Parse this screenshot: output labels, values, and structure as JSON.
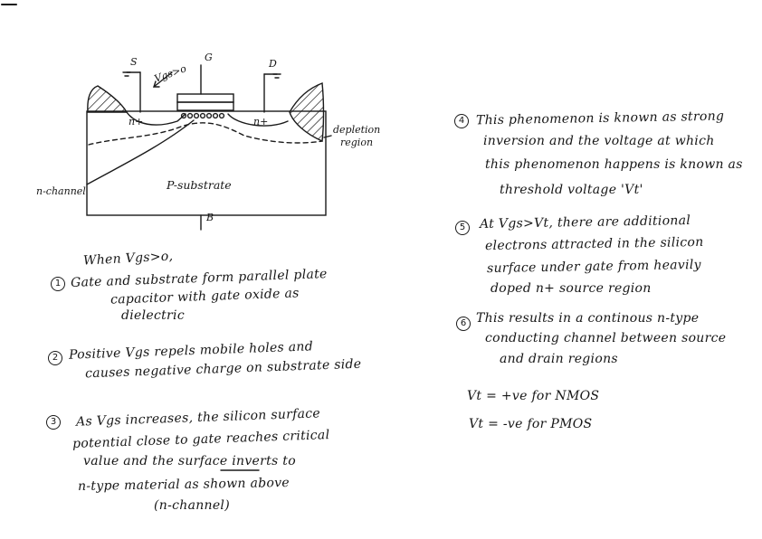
{
  "diagram": {
    "source": "S",
    "gate": "G",
    "drain": "D",
    "body": "B",
    "vgs_label": "Vgs>o",
    "n_plus_left": "n+",
    "n_plus_right": "n+",
    "depletion_line1": "depletion",
    "depletion_line2": "region",
    "n_channel": "n-channel",
    "substrate": "P-substrate"
  },
  "left": {
    "intro": "When Vgs>o,",
    "points": [
      {
        "num": "1",
        "lines": [
          "Gate and substrate form parallel plate",
          "capacitor with gate oxide as",
          "dielectric"
        ]
      },
      {
        "num": "2",
        "lines": [
          "Positive Vgs repels mobile holes and",
          "causes negative charge on substrate side"
        ]
      },
      {
        "num": "3",
        "lines": [
          "As Vgs increases, the silicon surface",
          "potential close to gate reaches critical",
          "value and the surface inverts to",
          "n-type material as shown above",
          "(n-channel)"
        ]
      }
    ]
  },
  "right": {
    "points": [
      {
        "num": "4",
        "lines": [
          "This phenomenon is known as strong",
          "inversion and the voltage at which",
          "this phenomenon happens is known as",
          "threshold voltage 'Vt'"
        ]
      },
      {
        "num": "5",
        "lines": [
          "At Vgs>Vt, there are additional",
          "electrons attracted in the silicon",
          "surface under gate from heavily",
          "doped n+ source region"
        ]
      },
      {
        "num": "6",
        "lines": [
          "This results in a continous n-type",
          "conducting channel between source",
          "and drain regions"
        ]
      }
    ],
    "vt_nmos": "Vt = +ve for NMOS",
    "vt_pmos": "Vt = -ve for PMOS"
  }
}
